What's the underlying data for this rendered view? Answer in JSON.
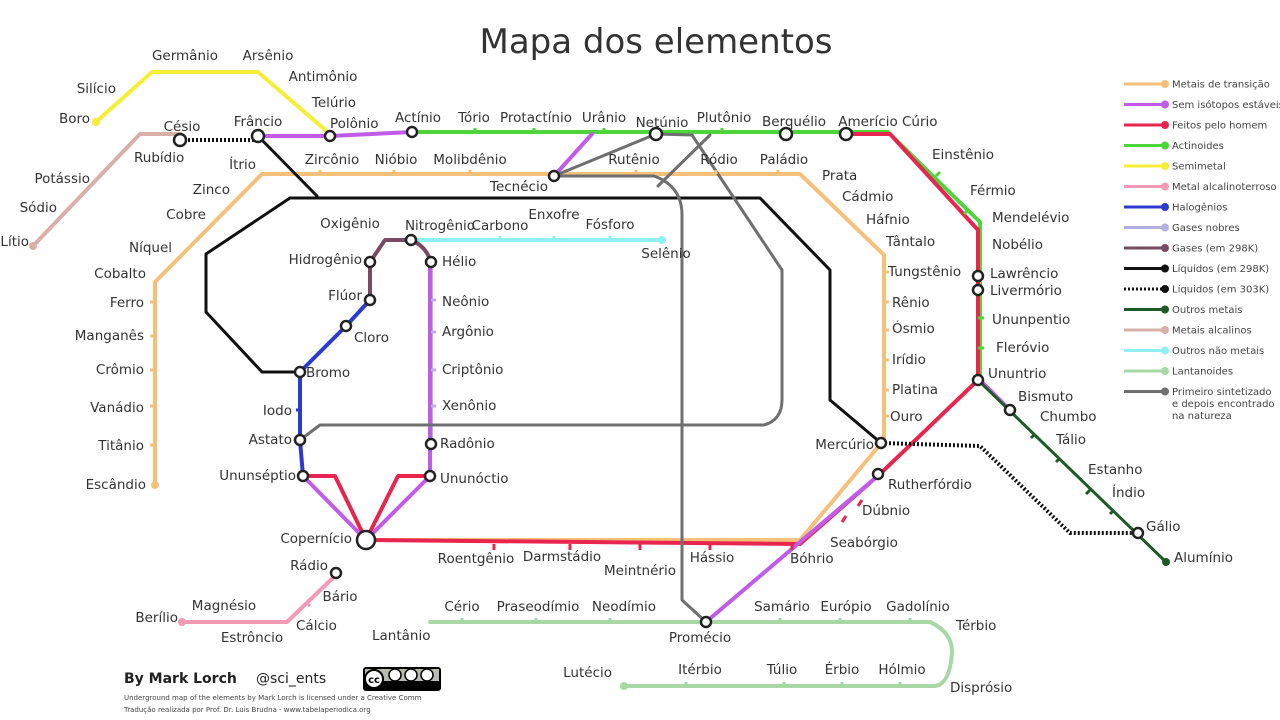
{
  "title": "Mapa dos elementos",
  "legend": [
    {
      "label": "Metais de transição",
      "color": "#f5c07a"
    },
    {
      "label": "Sem isótopos estáveis",
      "color": "#c05ce8"
    },
    {
      "label": "Feitos pelo homem",
      "color": "#e8254e"
    },
    {
      "label": "Actinoides",
      "color": "#4dd63a"
    },
    {
      "label": "Semimetal",
      "color": "#f4ee36"
    },
    {
      "label": "Metal alcalinoterroso",
      "color": "#f29ab6"
    },
    {
      "label": "Halogênios",
      "color": "#2d3ad0"
    },
    {
      "label": "Gases nobres",
      "color": "#b3b0e0"
    },
    {
      "label": "Gases (em 298K)",
      "color": "#7a4a63"
    },
    {
      "label": "Líquidos (em 298K)",
      "color": "#111111"
    },
    {
      "label": "Líquidos (em 303K)",
      "color": "#111111"
    },
    {
      "label": "Outros metais",
      "color": "#1e5a26"
    },
    {
      "label": "Metais alcalinos",
      "color": "#d9b0a8"
    },
    {
      "label": "Outros não metais",
      "color": "#8ff0f3"
    },
    {
      "label": "Lantanoides",
      "color": "#a8d8a6"
    },
    {
      "label": "Primeiro sintetizado",
      "color": "#6f6f6f"
    },
    {
      "label": "e depois encontrado",
      "color": ""
    },
    {
      "label": "na natureza",
      "color": ""
    }
  ],
  "elements": [
    "Germânio",
    "Arsênio",
    "Silício",
    "Antimônio",
    "Boro",
    "Telúrio",
    "Césio",
    "Frâncio",
    "Polônio",
    "Actínio",
    "Tório",
    "Protactínio",
    "Urânio",
    "Netúnio",
    "Plutônio",
    "Berquélio",
    "Amerício",
    "Cúrio",
    "Rubídio",
    "Potássio",
    "Sódio",
    "Lítio",
    "Ítrio",
    "Zircônio",
    "Nióbio",
    "Molibdênio",
    "Rutênio",
    "Ródio",
    "Paládio",
    "Prata",
    "Cádmio",
    "Háfnio",
    "Tântalo",
    "Tecnécio",
    "Zinco",
    "Cobre",
    "Níquel",
    "Cobalto",
    "Ferro",
    "Manganês",
    "Crômio",
    "Vanádio",
    "Titânio",
    "Escândio",
    "Einstênio",
    "Férmio",
    "Mendelévio",
    "Nobélio",
    "Lawrêncio",
    "Livermório",
    "Ununpentio",
    "Fleróvio",
    "Ununtrio",
    "Oxigênio",
    "Nitrogênio",
    "Carbono",
    "Enxofre",
    "Fósforo",
    "Selênio",
    "Hidrogênio",
    "Hélio",
    "Flúor",
    "Cloro",
    "Neônio",
    "Argônio",
    "Bromo",
    "Criptônio",
    "Xenônio",
    "Iodo",
    "Astato",
    "Radônio",
    "Ununséptio",
    "Ununóctio",
    "Tungstênio",
    "Rênio",
    "Ósmio",
    "Irídio",
    "Platina",
    "Ouro",
    "Mercúrio",
    "Bismuto",
    "Chumbo",
    "Tálio",
    "Estanho",
    "Índio",
    "Gálio",
    "Alumínio",
    "Rutherfórdio",
    "Dúbnio",
    "Seabórgio",
    "Bóhrio",
    "Hássio",
    "Meintnério",
    "Darmstádio",
    "Roentgênio",
    "Copernício",
    "Rádio",
    "Bário",
    "Berílio",
    "Magnésio",
    "Estrôncio",
    "Cálcio",
    "Lantânio",
    "Cério",
    "Praseodímio",
    "Neodímio",
    "Promécio",
    "Samário",
    "Európio",
    "Gadolínio",
    "Térbio",
    "Disprósio",
    "Hólmio",
    "Érbio",
    "Túlio",
    "Itérbio",
    "Lutécio"
  ],
  "credit": {
    "author": "By Mark Lorch",
    "handle": "@sci_ents",
    "license": "Underground map of the elements by Mark Lorch is licensed under a Creative Comm",
    "translation": "Tradução realizada por Prof. Dr. Luis Brudna - www.tabelaperiodica.org"
  }
}
